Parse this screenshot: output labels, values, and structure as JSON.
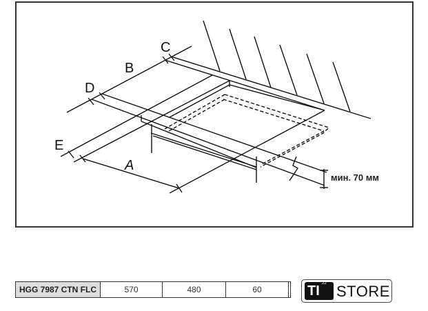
{
  "diagram": {
    "labels": {
      "a": "A",
      "b": "B",
      "c": "C",
      "d": "D",
      "e": "E"
    },
    "clearance_note": "мин. 70 мм"
  },
  "table": {
    "model": "HGG 7987 CTN FLC",
    "values": [
      "570",
      "480",
      "60"
    ]
  },
  "logo": {
    "brand": "TI",
    "superscript": "22",
    "store": "STORE"
  }
}
